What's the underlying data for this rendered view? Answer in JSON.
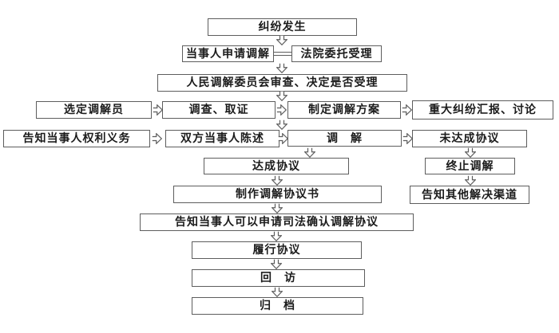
{
  "nodes": {
    "dispute": {
      "label": "纠纷发生"
    },
    "party_apply": {
      "label": "当事人申请调解"
    },
    "court_entrust": {
      "label": "法院委托受理"
    },
    "committee_review": {
      "label": "人民调解委员会审查、决定是否受理"
    },
    "select_mediator": {
      "label": "选定调解员"
    },
    "investigate": {
      "label": "调查、取证"
    },
    "make_plan": {
      "label": "制定调解方案"
    },
    "major_dispute": {
      "label": "重大纠纷汇报、讨论"
    },
    "inform_rights": {
      "label": "告知当事人权利义务"
    },
    "statements": {
      "label": "双方当事人陈述"
    },
    "mediation": {
      "label": "调　解"
    },
    "no_agreement": {
      "label": "未达成协议"
    },
    "agreement": {
      "label": "达成协议"
    },
    "terminate": {
      "label": "终止调解"
    },
    "agreement_doc": {
      "label": "制作调解协议书"
    },
    "other_channels": {
      "label": "告知其他解决渠道"
    },
    "judicial_confirm": {
      "label": "告知当事人可以申请司法确认调解协议"
    },
    "perform": {
      "label": "履行协议"
    },
    "follow_up": {
      "label": "回　访"
    },
    "archive": {
      "label": "归　档"
    }
  },
  "edges": [
    "dispute -> party_apply|court_entrust",
    "party_apply = court_entrust",
    "party_apply|court_entrust -> committee_review",
    "committee_review -> investigate|make_plan",
    "select_mediator -> investigate",
    "investigate -> make_plan",
    "make_plan -> major_dispute",
    "investigate|make_plan -> statements|mediation",
    "inform_rights -> statements",
    "statements -> mediation",
    "mediation -> no_agreement",
    "mediation -> agreement",
    "no_agreement -> terminate",
    "terminate -> other_channels",
    "agreement -> agreement_doc",
    "agreement_doc -> judicial_confirm",
    "judicial_confirm -> perform",
    "perform -> follow_up",
    "follow_up -> archive"
  ],
  "colors": {
    "box_border": "#5d5d5d",
    "box_fill": "#ffffff",
    "text": "#1b1b1b",
    "background": "#ffffff"
  }
}
